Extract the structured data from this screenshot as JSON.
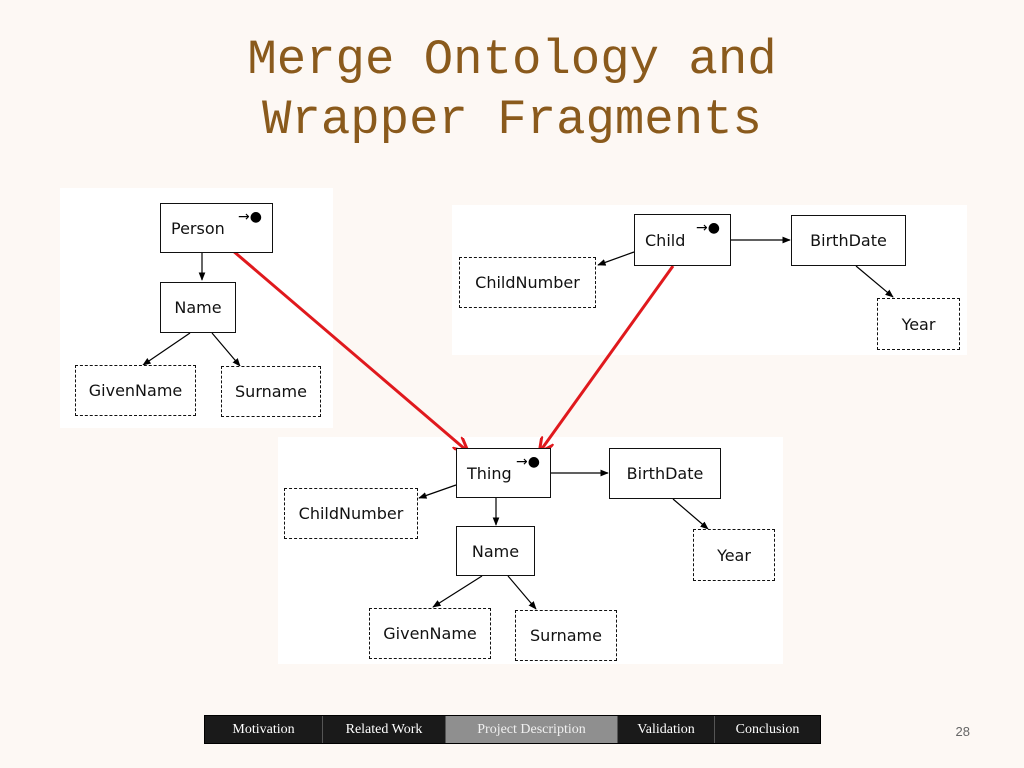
{
  "title": {
    "line1": "Merge Ontology and",
    "line2": "Wrapper Fragments"
  },
  "key_icon": "key-arrow-dot-icon",
  "key_symbol": "→●",
  "fragment_person": {
    "person": "Person",
    "name": "Name",
    "given_name": "GivenName",
    "surname": "Surname"
  },
  "fragment_child": {
    "child": "Child",
    "child_number": "ChildNumber",
    "birth_date": "BirthDate",
    "year": "Year"
  },
  "merged": {
    "thing": "Thing",
    "child_number": "ChildNumber",
    "birth_date": "BirthDate",
    "year": "Year",
    "name": "Name",
    "given_name": "GivenName",
    "surname": "Surname"
  },
  "merge_arrow_color": "#e0191d",
  "nav": {
    "items": [
      "Motivation",
      "Related Work",
      "Project Description",
      "Validation",
      "Conclusion"
    ],
    "active": "Project Description"
  },
  "page_number": "28"
}
